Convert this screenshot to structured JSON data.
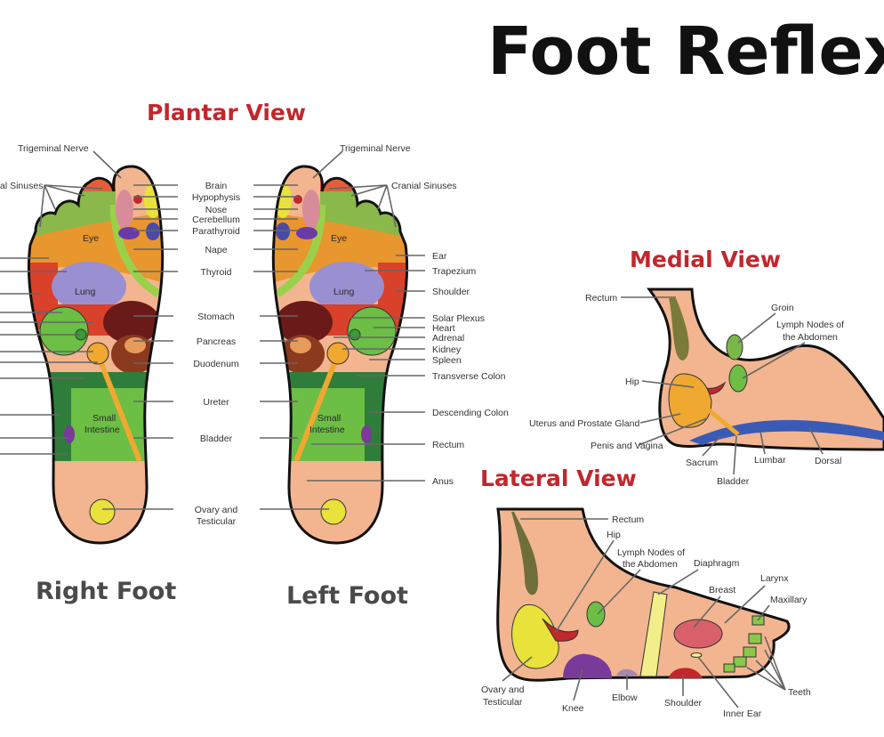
{
  "title": "Foot Reflexolo",
  "plantar": {
    "title": "Plantar View",
    "right_foot": "Right Foot",
    "left_foot": "Left Foot",
    "inner": {
      "eye": "Eye",
      "lung": "Lung",
      "small1": "Small",
      "small2": "Intestine"
    },
    "top": {
      "trigeminal": "Trigeminal Nerve",
      "sinuses_left": "al Sinuses",
      "sinuses_right": "Cranial Sinuses"
    },
    "center": [
      "Brain",
      "Hypophysis",
      "Nose",
      "Cerebellum",
      "Parathyroid",
      "Nape",
      "Thyroid",
      "Stomach",
      "Pancreas",
      "Duodenum",
      "Ureter",
      "Bladder",
      "Ovary and",
      "Testicular"
    ],
    "right": [
      "Ear",
      "Trapezium",
      "Shoulder",
      "Solar Plexus",
      "Heart",
      "Adrenal",
      "Kidney",
      "Spleen",
      "Transverse Colon",
      "Descending Colon",
      "Rectum",
      "Anus"
    ]
  },
  "medial": {
    "title": "Medial View",
    "labels": [
      "Rectum",
      "Groin",
      "Lymph Nodes of",
      "the Abdomen",
      "Hip",
      "Uterus and Prostate Gland",
      "Penis and Vagina",
      "Sacrum",
      "Bladder",
      "Lumbar",
      "Dorsal"
    ]
  },
  "lateral": {
    "title": "Lateral View",
    "labels": [
      "Rectum",
      "Hip",
      "Lymph Nodes of",
      "the Abdomen",
      "Diaphragm",
      "Breast",
      "Larynx",
      "Maxillary",
      "Teeth",
      "Ovary and",
      "Testicular",
      "Knee",
      "Elbow",
      "Shoulder",
      "Inner Ear"
    ]
  }
}
